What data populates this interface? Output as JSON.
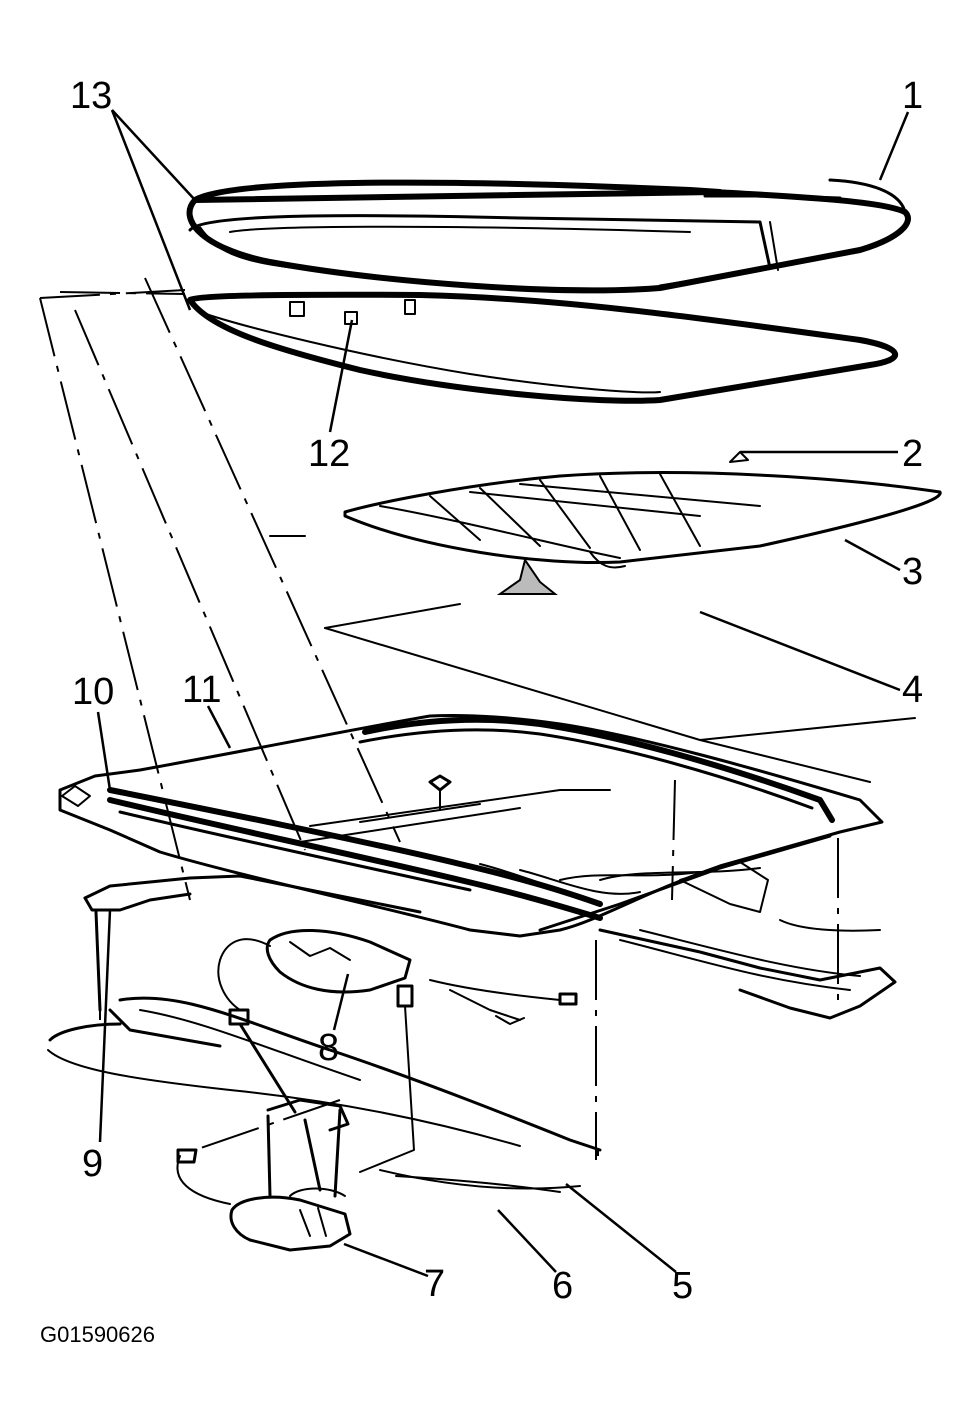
{
  "diagram": {
    "callouts": [
      "1",
      "2",
      "3",
      "4",
      "5",
      "6",
      "7",
      "8",
      "9",
      "10",
      "11",
      "12",
      "13"
    ],
    "figure_code": "G01590626"
  }
}
